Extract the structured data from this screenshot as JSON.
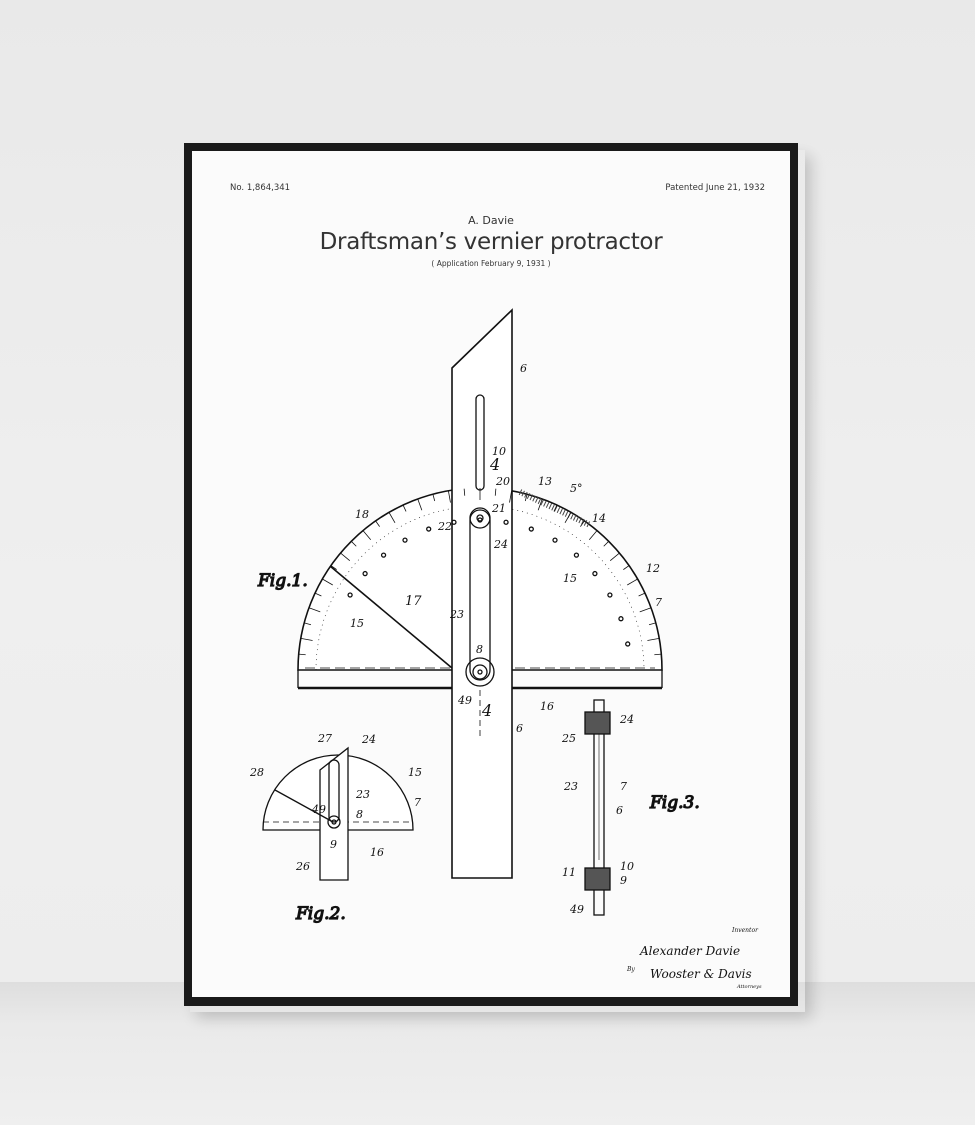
{
  "poster": {
    "patent_number": "No. 1,864,341",
    "patent_date": "Patented June 21, 1932",
    "author": "A. Davie",
    "title": "Draftsman’s vernier protractor",
    "application": "( Application February 9, 1931 )"
  },
  "drawing": {
    "fig1": "Fig.1.",
    "fig2": "Fig.2.",
    "fig3": "Fig.3.",
    "refs_main": [
      "6",
      "10",
      "4",
      "20",
      "21",
      "24",
      "13",
      "5°",
      "14",
      "12",
      "7",
      "18",
      "22",
      "17",
      "23",
      "15",
      "8",
      "49",
      "16",
      "4",
      "6",
      "15"
    ],
    "refs_fig2": [
      "27",
      "24",
      "28",
      "23",
      "15",
      "7",
      "49",
      "8",
      "9",
      "16",
      "26"
    ],
    "refs_fig3": [
      "25",
      "24",
      "23",
      "7",
      "6",
      "11",
      "10",
      "9",
      "49"
    ],
    "signature": {
      "inventor_label": "Inventor",
      "inventor": "Alexander Davie",
      "by": "By",
      "attorney": "Wooster & Davis",
      "attorney_label": "Attorneys"
    }
  }
}
